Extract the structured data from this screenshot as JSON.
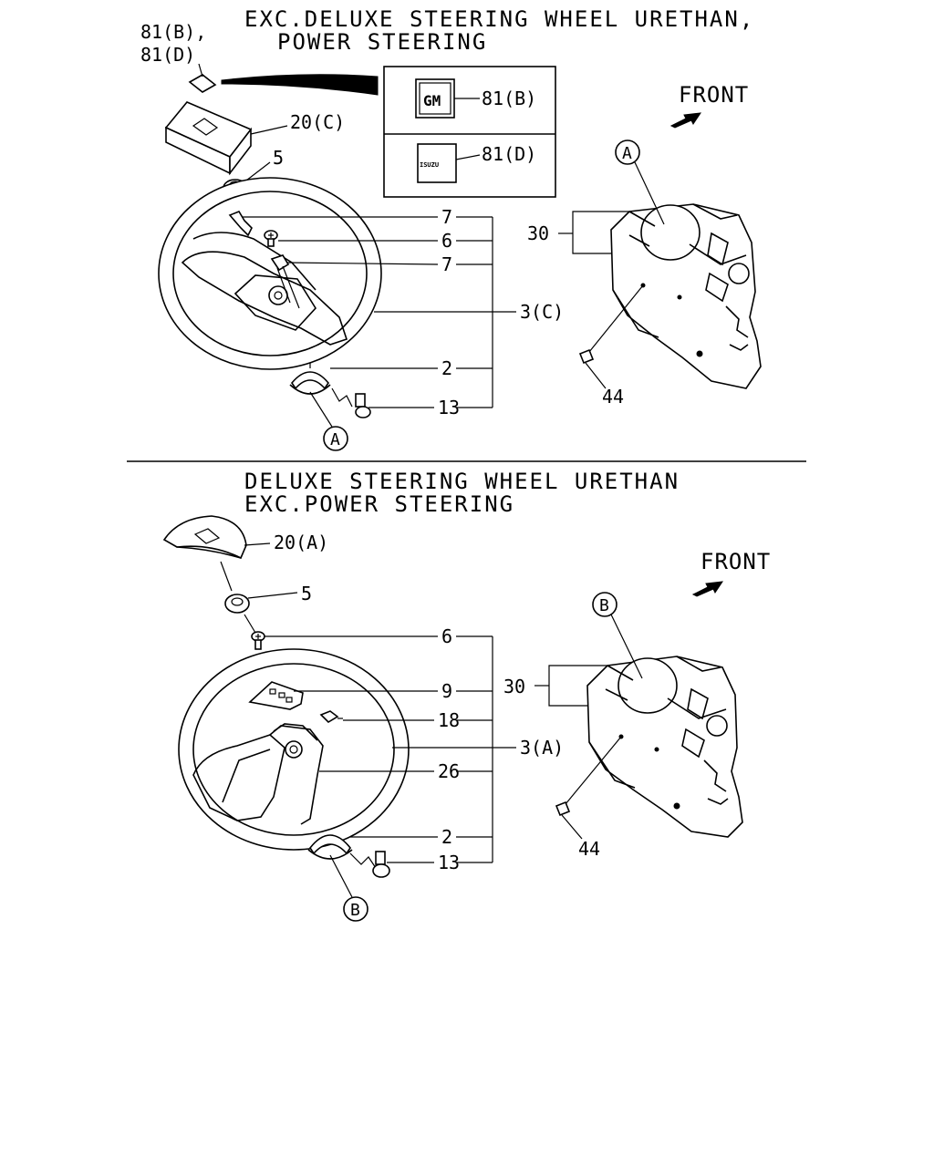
{
  "sections": [
    {
      "title_line1": "EXC.DELUXE STEERING WHEEL URETHAN,",
      "title_line2": "POWER STEERING",
      "front_label": "FRONT",
      "emblem_label": "81(B),",
      "emblem_label2": "81(D)",
      "callouts": {
        "c20": "20(C)",
        "c5": "5",
        "c7a": "7",
        "c6": "6",
        "c7b": "7",
        "c3": "3(C)",
        "c2": "2",
        "c13": "13",
        "c30": "30",
        "c44": "44",
        "c81b": "81(B)",
        "c81d": "81(D)"
      },
      "ref_marker": "A",
      "gm_logo_text": "GM",
      "isuzu_logo_text": "ISUZU"
    },
    {
      "title_line1": "DELUXE STEERING WHEEL URETHAN",
      "title_line2": "EXC.POWER STEERING",
      "front_label": "FRONT",
      "callouts": {
        "c20": "20(A)",
        "c5": "5",
        "c6": "6",
        "c9": "9",
        "c18": "18",
        "c3": "3(A)",
        "c26": "26",
        "c2": "2",
        "c13": "13",
        "c30": "30",
        "c44": "44"
      },
      "ref_marker": "B"
    }
  ]
}
